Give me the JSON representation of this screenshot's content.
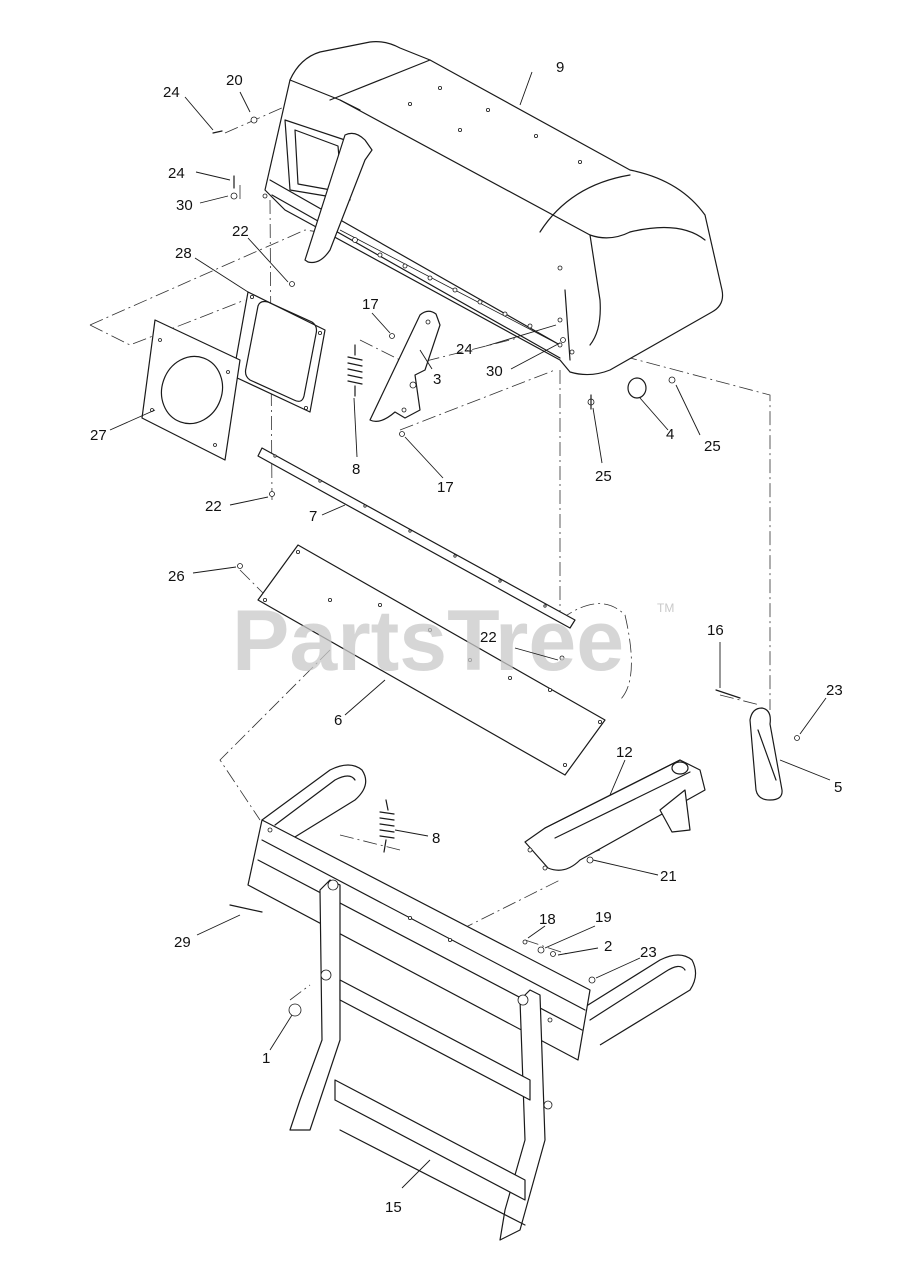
{
  "watermark": {
    "text": "PartsTree",
    "trademark": "TM"
  },
  "callouts": [
    {
      "id": "c-9",
      "label": "9"
    },
    {
      "id": "c-20",
      "label": "20"
    },
    {
      "id": "c-24a",
      "label": "24"
    },
    {
      "id": "c-24b",
      "label": "24"
    },
    {
      "id": "c-30a",
      "label": "30"
    },
    {
      "id": "c-22a",
      "label": "22"
    },
    {
      "id": "c-28",
      "label": "28"
    },
    {
      "id": "c-17a",
      "label": "17"
    },
    {
      "id": "c-24c",
      "label": "24"
    },
    {
      "id": "c-30b",
      "label": "30"
    },
    {
      "id": "c-3",
      "label": "3"
    },
    {
      "id": "c-8a",
      "label": "8"
    },
    {
      "id": "c-17b",
      "label": "17"
    },
    {
      "id": "c-27",
      "label": "27"
    },
    {
      "id": "c-25a",
      "label": "25"
    },
    {
      "id": "c-4",
      "label": "4"
    },
    {
      "id": "c-25b",
      "label": "25"
    },
    {
      "id": "c-22b",
      "label": "22"
    },
    {
      "id": "c-7",
      "label": "7"
    },
    {
      "id": "c-26",
      "label": "26"
    },
    {
      "id": "c-22c",
      "label": "22"
    },
    {
      "id": "c-16",
      "label": "16"
    },
    {
      "id": "c-23a",
      "label": "23"
    },
    {
      "id": "c-6",
      "label": "6"
    },
    {
      "id": "c-5",
      "label": "5"
    },
    {
      "id": "c-12",
      "label": "12"
    },
    {
      "id": "c-8b",
      "label": "8"
    },
    {
      "id": "c-21",
      "label": "21"
    },
    {
      "id": "c-18",
      "label": "18"
    },
    {
      "id": "c-19",
      "label": "19"
    },
    {
      "id": "c-29",
      "label": "29"
    },
    {
      "id": "c-2",
      "label": "2"
    },
    {
      "id": "c-23b",
      "label": "23"
    },
    {
      "id": "c-1",
      "label": "1"
    },
    {
      "id": "c-15",
      "label": "15"
    }
  ]
}
